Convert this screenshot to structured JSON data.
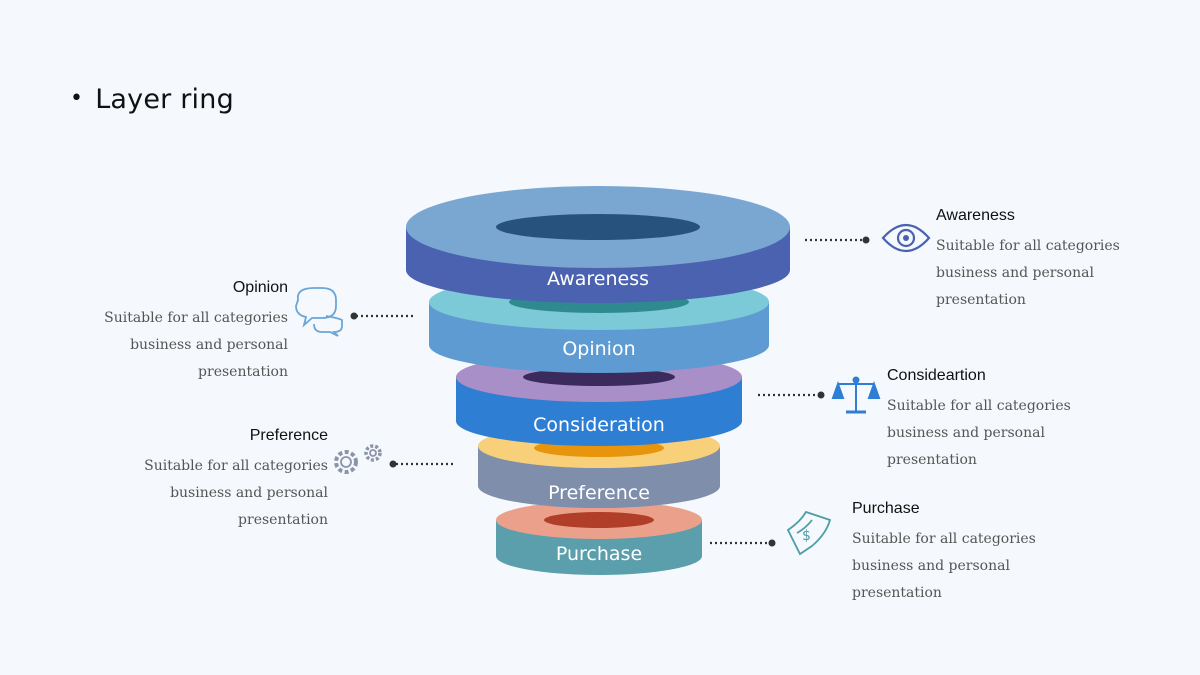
{
  "slide": {
    "title": "Layer ring"
  },
  "rings": [
    {
      "label": "Awareness",
      "top_color": "#79a7d2",
      "side_color": "#4a62b0",
      "hole_color": "#27527e"
    },
    {
      "label": "Opinion",
      "top_color": "#7cc9d8",
      "side_color": "#5e9bd2",
      "hole_color": "#2f8a8f"
    },
    {
      "label": "Consideration",
      "top_color": "#a98fc8",
      "side_color": "#2e7fd4",
      "hole_color": "#3a2b5c"
    },
    {
      "label": "Preference",
      "top_color": "#f8d07a",
      "side_color": "#7f8eab",
      "hole_color": "#e6950c"
    },
    {
      "label": "Purchase",
      "top_color": "#eba08b",
      "side_color": "#5a9fab",
      "hole_color": "#b03e28"
    }
  ],
  "callouts": {
    "awareness": {
      "title": "Awareness",
      "lines": [
        "Suitable for all categories",
        "business and personal",
        "presentation"
      ],
      "icon": "eye-icon",
      "icon_color": "#4a62b0"
    },
    "opinion": {
      "title": "Opinion",
      "lines": [
        "Suitable for all categories",
        "business and personal",
        "presentation"
      ],
      "icon": "speech-bubbles-icon",
      "icon_color": "#6aa6d8"
    },
    "consideration": {
      "title": "Consideartion",
      "lines": [
        "Suitable for all categories",
        "business and personal",
        "presentation"
      ],
      "icon": "scales-icon",
      "icon_color": "#2e7fd4"
    },
    "preference": {
      "title": "Preference",
      "lines": [
        "Suitable for all categories",
        "business and personal",
        "presentation"
      ],
      "icon": "gears-icon",
      "icon_color": "#8b95a8"
    },
    "purchase": {
      "title": "Purchase",
      "lines": [
        "Suitable for all categories",
        "business and personal",
        "presentation"
      ],
      "icon": "money-icon",
      "icon_color": "#4e9ea7"
    }
  }
}
